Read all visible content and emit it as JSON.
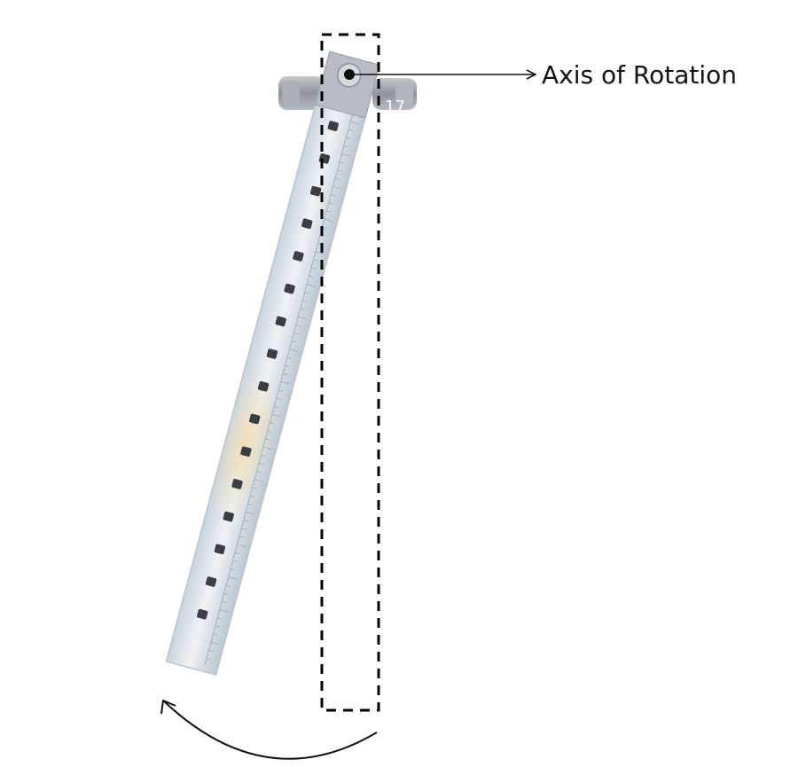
{
  "annotation": {
    "axis_label": "Axis of Rotation"
  },
  "pendulum": {
    "hole_count": 16,
    "badge_text": "17"
  },
  "colors": {
    "bar_fill": "#dfe7ee",
    "bar_edge": "#b8c3cc",
    "hole": "#3a3f44",
    "clamp": "#9aa1a7",
    "arrow": "#111111",
    "dashed_outline": "#000000"
  }
}
